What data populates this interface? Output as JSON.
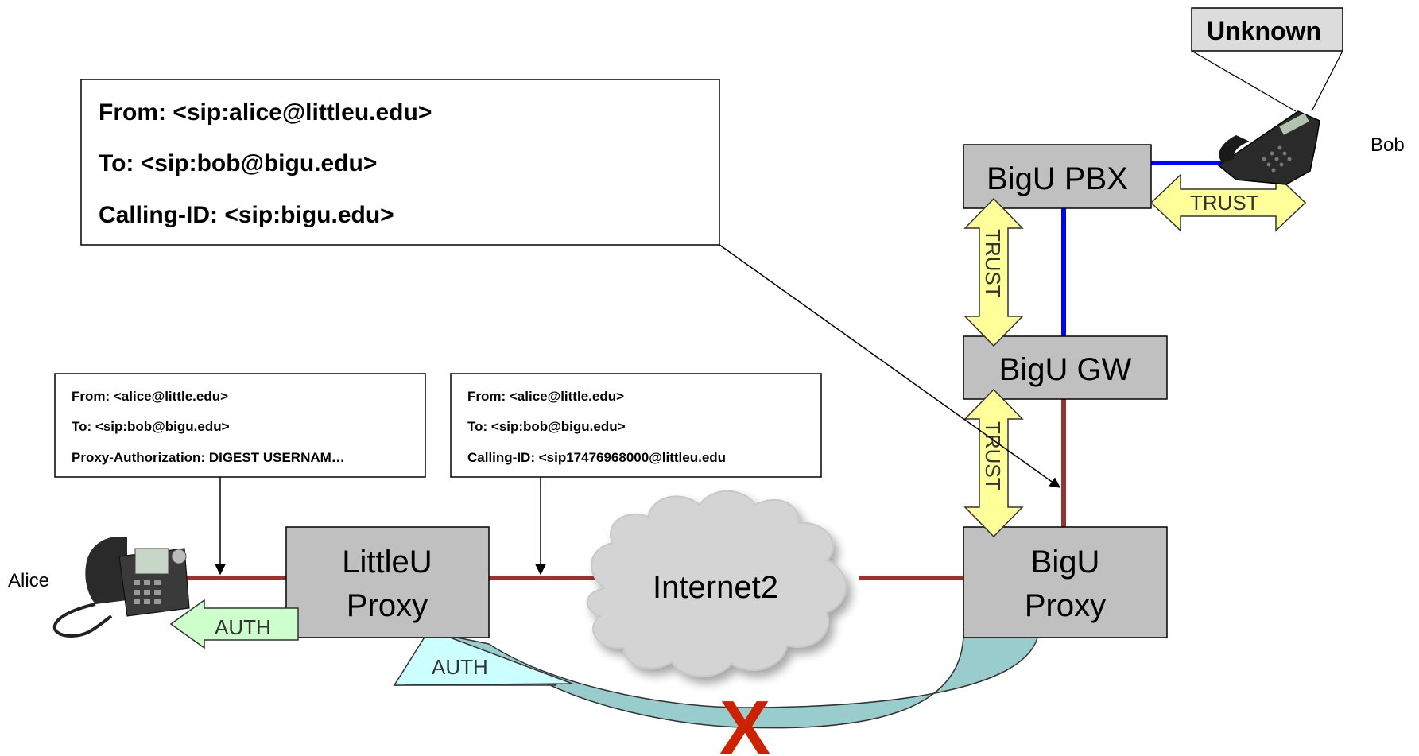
{
  "headers": {
    "main": {
      "from": "From: <sip:alice@littleu.edu>",
      "to": "To: <sip:bob@bigu.edu>",
      "calling": "Calling-ID: <sip:bigu.edu>"
    },
    "left": {
      "from": "From: <alice@little.edu>",
      "to": "To: <sip:bob@bigu.edu>",
      "auth": "Proxy-Authorization: DIGEST USERNAM…"
    },
    "middle": {
      "from": "From: <alice@little.edu>",
      "to": "To: <sip:bob@bigu.edu>",
      "calling": "Calling-ID: <sip17476968000@littleu.edu"
    }
  },
  "nodes": {
    "littleu_proxy": [
      "LittleU",
      "Proxy"
    ],
    "bigu_proxy": [
      "BigU",
      "Proxy"
    ],
    "bigu_gw": "BigU GW",
    "bigu_pbx": "BigU PBX",
    "internet2": "Internet2"
  },
  "people": {
    "alice": "Alice",
    "bob": "Bob"
  },
  "callout": {
    "unknown": "Unknown"
  },
  "arrows": {
    "auth_alice": "AUTH",
    "auth_curve": "AUTH",
    "trust_pbx_gw": "TRUST",
    "trust_gw_proxy": "TRUST",
    "trust_pbx_phone": "TRUST"
  },
  "marks": {
    "x": "X"
  },
  "colors": {
    "sip_link": "#993333",
    "internal_link": "#0000ff",
    "node_fill": "#c0c0c0",
    "trust_fill": "#ffff99",
    "auth_fill_green": "#ccffcc",
    "auth_fill_cyan": "#ccffff",
    "curve_fill": "#99cccc",
    "cloud_fill": "#d4d4d4",
    "x_mark": "#cc2200"
  }
}
